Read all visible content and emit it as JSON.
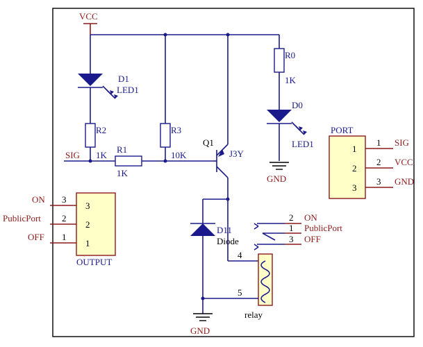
{
  "power": {
    "vcc": "VCC",
    "gnd_top": "GND",
    "gnd_bottom": "GND"
  },
  "signal": {
    "sig": "SIG"
  },
  "components": {
    "d1": "D1",
    "led1_a": "LED1",
    "r2": "R2",
    "r2_val": "1K",
    "r1": "R1",
    "r1_val": "1K",
    "r3": "R3",
    "r3_val": "10K",
    "q1": "Q1",
    "q1_type": "J3Y",
    "r0": "R0",
    "r0_val": "1K",
    "d0": "D0",
    "led1_b": "LED1",
    "d11": "D11",
    "diode": "Diode",
    "relay": "relay"
  },
  "port": {
    "title": "PORT",
    "pins": [
      "1",
      "2",
      "3"
    ],
    "pin_nums": [
      "1",
      "2",
      "3"
    ],
    "nets": [
      "SIG",
      "VCC",
      "GND"
    ]
  },
  "output": {
    "title": "OUTPUT",
    "pins": [
      "3",
      "2",
      "1"
    ],
    "pin_nums": [
      "3",
      "2",
      "1"
    ],
    "nets": [
      "ON",
      "PublicPort",
      "OFF"
    ]
  },
  "relay_contacts": {
    "nums": [
      "2",
      "1",
      "3",
      "4",
      "5"
    ],
    "nets": [
      "ON",
      "PublicPort",
      "OFF"
    ]
  },
  "colors": {
    "wire": "#1a1a8c",
    "label": "#8b1a1a",
    "connector_fill": "#ffffc8"
  }
}
